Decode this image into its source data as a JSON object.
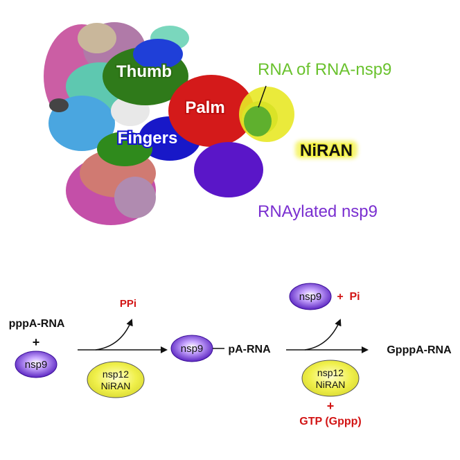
{
  "structure": {
    "labels": {
      "thumb": "Thumb",
      "palm": "Palm",
      "fingers": "Fingers",
      "rna_of_rna_nsp9": "RNA of RNA-nsp9",
      "niran": "NiRAN",
      "rnaylated_nsp9": "RNAylated nsp9"
    },
    "colors": {
      "thumb_text": "#ffffff",
      "thumb_stroke": "#2b6e12",
      "palm_text": "#ffffff",
      "palm_stroke": "#c01010",
      "fingers_text": "#ffffff",
      "fingers_stroke": "#1515d0",
      "rna_label": "#6ac22e",
      "niran_text": "#111111",
      "niran_glow": "#f2f03a",
      "rnaylated_label": "#7a2fd0"
    }
  },
  "scheme": {
    "substrate": "pppA-RNA",
    "plus": "+",
    "nsp9": "nsp9",
    "ppi": "PPi",
    "enzyme_line1": "nsp12",
    "enzyme_line2": "NiRAN",
    "intermediate": "pA-RNA",
    "pi": "Pi",
    "plus_red": "+",
    "product": "GpppA-RNA",
    "gtp": "GTP (Gppp)",
    "colors": {
      "red_text": "#d21414",
      "nsp9_fill": "#6a2bd8",
      "enzyme_fill": "#eef04a",
      "arrow": "#111111"
    }
  }
}
